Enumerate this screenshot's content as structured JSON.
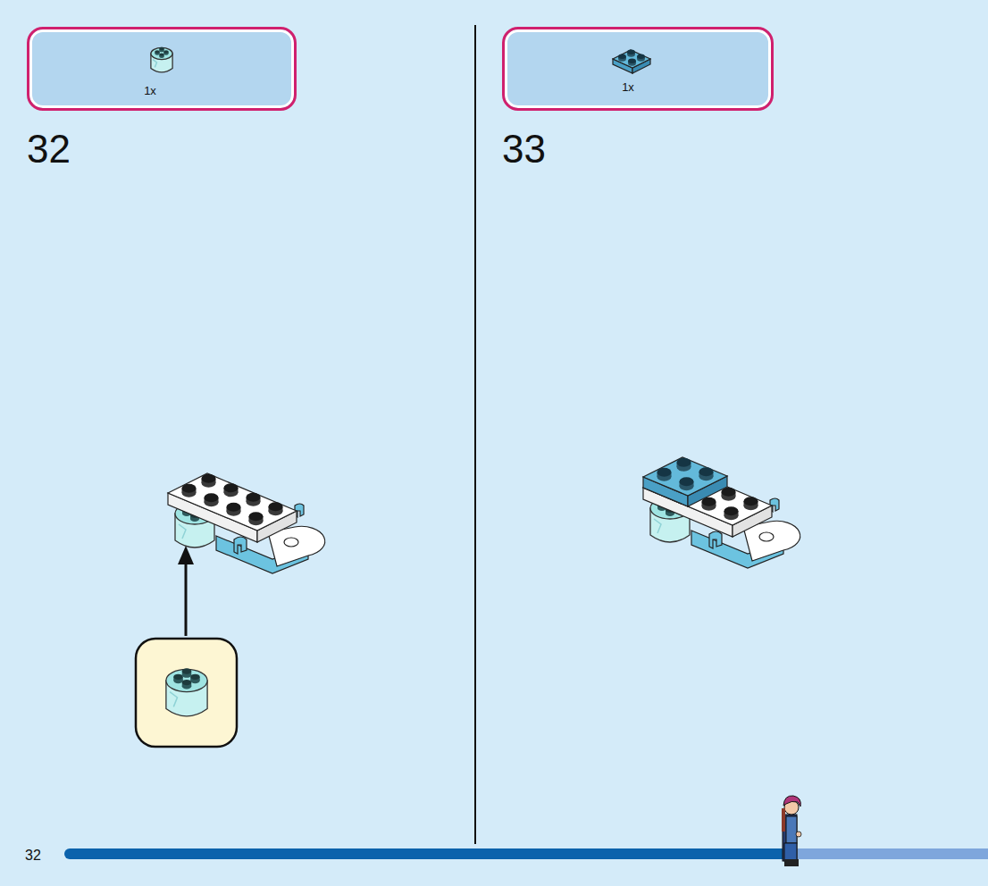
{
  "diagram": {
    "nodes": [
      {
        "text": [
          "1x"
        ]
      },
      {
        "text": [
          "1x"
        ]
      }
    ],
    "labels": [
      "32",
      "33",
      "32"
    ]
  }
}
